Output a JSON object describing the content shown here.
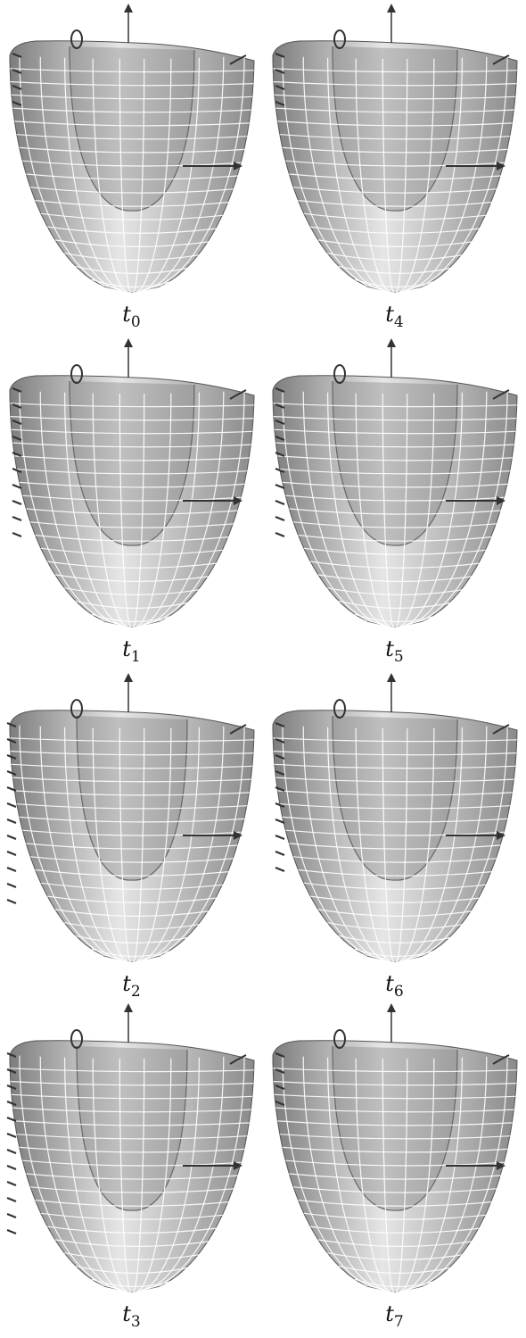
{
  "panels": [
    {
      "var": "t",
      "sub": "0",
      "icon": "ventricle-mesh-icon"
    },
    {
      "var": "t",
      "sub": "4",
      "icon": "ventricle-mesh-icon"
    },
    {
      "var": "t",
      "sub": "1",
      "icon": "ventricle-mesh-icon"
    },
    {
      "var": "t",
      "sub": "5",
      "icon": "ventricle-mesh-icon"
    },
    {
      "var": "t",
      "sub": "2",
      "icon": "ventricle-mesh-icon"
    },
    {
      "var": "t",
      "sub": "6",
      "icon": "ventricle-mesh-icon"
    },
    {
      "var": "t",
      "sub": "3",
      "icon": "ventricle-mesh-icon"
    },
    {
      "var": "t",
      "sub": "7",
      "icon": "ventricle-mesh-icon"
    }
  ],
  "colors": {
    "surface": "#a9a9a9",
    "surface_light": "#e6e6e6",
    "mesh": "#ffffff",
    "marker": "#333333"
  }
}
